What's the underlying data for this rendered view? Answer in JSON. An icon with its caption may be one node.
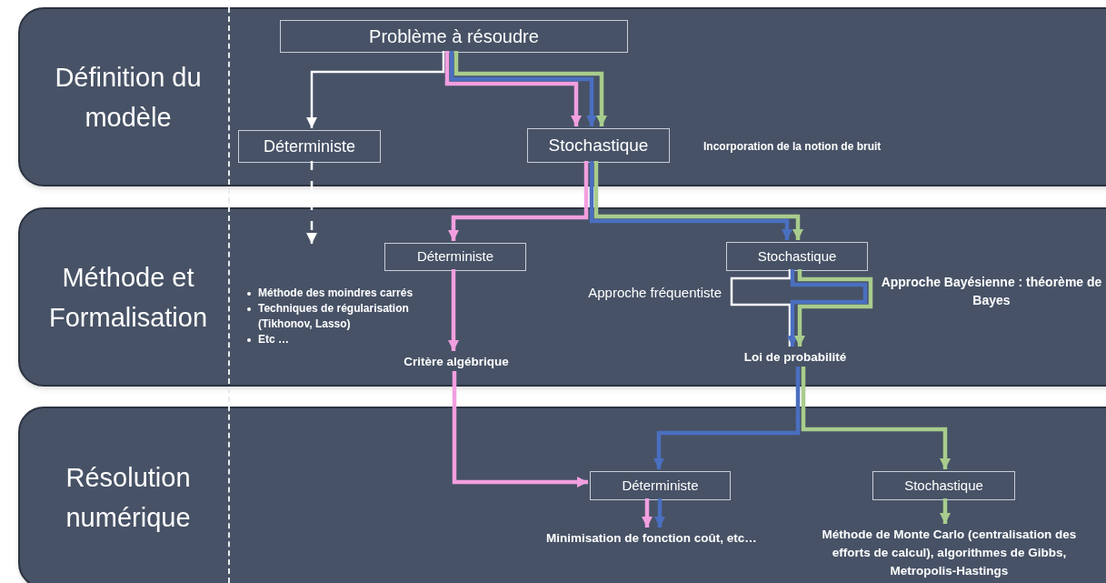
{
  "diagram": {
    "nodes": [
      {
        "text": [
          "Définition du modèle"
        ]
      },
      {
        "text": [
          "Méthode et Formalisation"
        ]
      },
      {
        "text": [
          "Résolution numérique"
        ]
      },
      {
        "text": [
          "Problème à résoudre"
        ],
        "in": 0
      },
      {
        "text": [
          "Déterministe"
        ],
        "in": 0
      },
      {
        "text": [
          "Stochastique"
        ],
        "in": 0,
        "beside": [
          "Incorporation de la notion de bruit"
        ]
      },
      {
        "text": [
          "Déterministe"
        ],
        "in": 1
      },
      {
        "text": [
          "Stochastique"
        ],
        "in": 1
      },
      {
        "text": [
          "Critère algébrique"
        ],
        "in": 1
      },
      {
        "text": [
          "Loi de probabilité"
        ],
        "in": 1
      },
      {
        "text": [
          "Déterministe"
        ],
        "in": 2
      },
      {
        "text": [
          "Stochastique"
        ],
        "in": 2
      },
      {
        "text": [
          "Minimisation de fonction coût, etc…"
        ],
        "in": 2
      },
      {
        "text": [
          "Méthode de Monte Carlo (centralisation des efforts de calcul), algorithmes de Gibbs, Metropolis-Hastings"
        ],
        "in": 2
      }
    ],
    "edges": [
      {
        "from": 3,
        "to": 4,
        "arrow": "to",
        "color": "#ffffff"
      },
      {
        "from": 3,
        "to": 5,
        "arrow": "to",
        "color": "#f29fe0"
      },
      {
        "from": 3,
        "to": 5,
        "arrow": "to",
        "color": "#4a6fc0"
      },
      {
        "from": 3,
        "to": 5,
        "arrow": "to",
        "color": "#a8cc8c"
      },
      {
        "from": 4,
        "to": null,
        "arrow": "to",
        "style": "dashed",
        "color": "#ffffff"
      },
      {
        "from": 5,
        "to": 6,
        "arrow": "to",
        "color": "#f29fe0"
      },
      {
        "from": 5,
        "to": 7,
        "arrow": "to",
        "color": "#4a6fc0"
      },
      {
        "from": 5,
        "to": 7,
        "arrow": "to",
        "color": "#a8cc8c"
      },
      {
        "from": 6,
        "to": 8,
        "arrow": "to",
        "color": "#f29fe0"
      },
      {
        "from": 7,
        "to": 9,
        "arrow": "none",
        "color": "#ffffff"
      },
      {
        "from": 7,
        "to": 9,
        "arrow": "to",
        "color": "#4a6fc0"
      },
      {
        "from": 7,
        "to": 9,
        "arrow": "to",
        "color": "#a8cc8c"
      },
      {
        "from": 8,
        "to": 10,
        "arrow": "to",
        "color": "#f29fe0"
      },
      {
        "from": 9,
        "to": 10,
        "arrow": "to",
        "color": "#4a6fc0"
      },
      {
        "from": 9,
        "to": 11,
        "arrow": "to",
        "color": "#a8cc8c"
      },
      {
        "from": 10,
        "to": 12,
        "arrow": "to",
        "color": "#f29fe0"
      },
      {
        "from": 10,
        "to": 12,
        "arrow": "to",
        "color": "#4a6fc0"
      },
      {
        "from": 11,
        "to": 13,
        "arrow": "to",
        "color": "#a8cc8c"
      }
    ],
    "labels": [
      "Méthode des moindres carrés",
      "Techniques de régularisation (Tikhonov, Lasso)",
      "Etc …",
      "Approche fréquentiste",
      "Approche Bayésienne : théorème de Bayes"
    ]
  }
}
